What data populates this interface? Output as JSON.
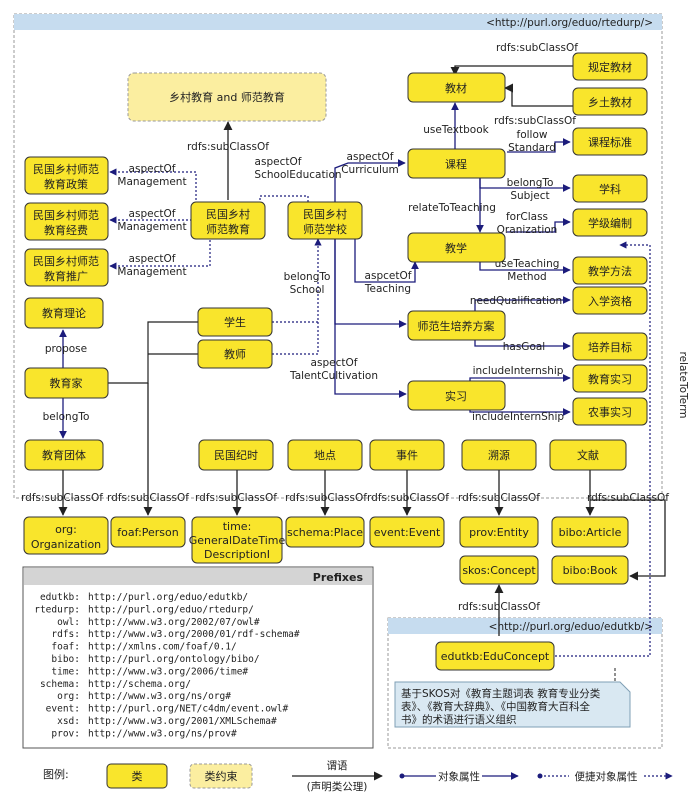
{
  "regions": {
    "rtedurp_label": "<http://purl.org/eduo/rtedurp/>",
    "edutkb_label": "<http://purl.org/eduo/edutkb/>"
  },
  "nodes": {
    "jiaocai": "教材",
    "guiding_jiaocai": "规定教材",
    "xiangtu_jiaocai": "乡土教材",
    "kecheng": "课程",
    "kecheng_biaozhun": "课程标准",
    "xueke": "学科",
    "jiaoxue": "教学",
    "xueji_bianzhi": "学级编制",
    "jiaoxue_fangfa": "教学方法",
    "ruxue_zige": "入学资格",
    "peiyang_mubiao": "培养目标",
    "jiaoyu_shixi": "教育实习",
    "nongshi_shixi": "农事实习",
    "shifansheng_fangan": "师范生培养方案",
    "shixi": "实习",
    "xiangcun_shifan": "乡村教育 and 师范教育",
    "zhengce": [
      "民国乡村师范",
      "教育政策"
    ],
    "jingfei": [
      "民国乡村师范",
      "教育经费"
    ],
    "tuiguang": [
      "民国乡村师范",
      "教育推广"
    ],
    "minguo_shifan_jiaoyu": [
      "民国乡村",
      "师范教育"
    ],
    "minguo_shifan_xuexiao": [
      "民国乡村",
      "师范学校"
    ],
    "jiaoyu_lilun": "教育理论",
    "jiaoyujia": "教育家",
    "jiaoyu_tuanti": "教育团体",
    "xuesheng": "学生",
    "jiaoshi": "教师",
    "minguo_jishi": "民国纪时",
    "didian": "地点",
    "shijian": "事件",
    "suyuan": "溯源",
    "wenxian": "文献",
    "org_organization": [
      "org:",
      "Organization"
    ],
    "foaf_person": "foaf:Person",
    "time_gdtd": [
      "time:",
      "GeneralDateTime",
      "DescriptionI"
    ],
    "schema_place": "schema:Place",
    "event_event": "event:Event",
    "prov_entity": "prov:Entity",
    "skos_concept": "skos:Concept",
    "bibo_article": "bibo:Article",
    "bibo_book": "bibo:Book",
    "edutkb_educoncept": "edutkb:EduConcept"
  },
  "edges": {
    "subclassof_1": "rdfs:subClassOf",
    "subclassof_2": "rdfs:subClassOf",
    "useTextbook": "useTextbook",
    "followStandard": [
      "follow",
      "Standard"
    ],
    "belongToSubject": [
      "belongTo",
      "Subject"
    ],
    "relateToTeaching": "relateToTeaching",
    "forClassOrganization": [
      "forClass",
      "Oranization"
    ],
    "useTeachingMethod": [
      "useTeaching",
      "Method"
    ],
    "aspectOfCurriculum": [
      "aspectOf",
      "Curriculum"
    ],
    "aspectOfTeaching": [
      "aspcetOf",
      "Teaching"
    ],
    "needQualification": "needQualification",
    "hasGoal": "hasGoal",
    "includeInternship": "includeInternship",
    "includeInternShip": "includeInternShip",
    "aspectOfTalent": [
      "aspectOf",
      "TalentCultivation"
    ],
    "belongToSchool": [
      "belongTo",
      "School"
    ],
    "subclassof_top": "rdfs:subClassOf",
    "aspectOfSchoolEducation": [
      "aspectOf",
      "SchoolEducation"
    ],
    "aspectOfManagement": [
      "aspectOf",
      "Management"
    ],
    "propose": "propose",
    "belongTo": "belongTo",
    "relateToTerm": "relateToTerm",
    "subclassof_bottom": "rdfs:subClassOf"
  },
  "prefixes": {
    "title": "Prefixes",
    "rows": [
      [
        "edutkb:",
        "http://purl.org/eduo/edutkb/"
      ],
      [
        "rtedurp:",
        "http://purl.org/eduo/rtedurp/"
      ],
      [
        "owl:",
        "http://www.w3.org/2002/07/owl#"
      ],
      [
        "rdfs:",
        "http://www.w3.org/2000/01/rdf-schema#"
      ],
      [
        "foaf:",
        "http://xmlns.com/foaf/0.1/"
      ],
      [
        "bibo:",
        "http://purl.org/ontology/bibo/"
      ],
      [
        "time:",
        "http://www.w3.org/2006/time#"
      ],
      [
        "schema:",
        "http://schema.org/"
      ],
      [
        "org:",
        "http://www.w3.org/ns/org#"
      ],
      [
        "event:",
        "http://purl.org/NET/c4dm/event.owl#"
      ],
      [
        "xsd:",
        "http://www.w3.org/2001/XMLSchema#"
      ],
      [
        "prov:",
        "http://www.w3.org/ns/prov#"
      ]
    ]
  },
  "note": [
    "基于SKOS对《教育主题词表  教育专业分类",
    "表》、《教育大辞典》、《中国教育大百科全",
    "书》的术语进行语义组织"
  ],
  "legend": {
    "title": "图例:",
    "class": "类",
    "class_constraint": "类约束",
    "predicate": [
      "谓语",
      "(声明类公理)"
    ],
    "object_property": "对象属性",
    "convenience_property": "便捷对象属性"
  },
  "colors": {
    "node_fill": "#f9e52c",
    "constraint_fill": "#fbeea0",
    "region_header": "#c6dcef",
    "edge_color": "#1c1c7c",
    "note_fill": "#d9e8f2"
  }
}
